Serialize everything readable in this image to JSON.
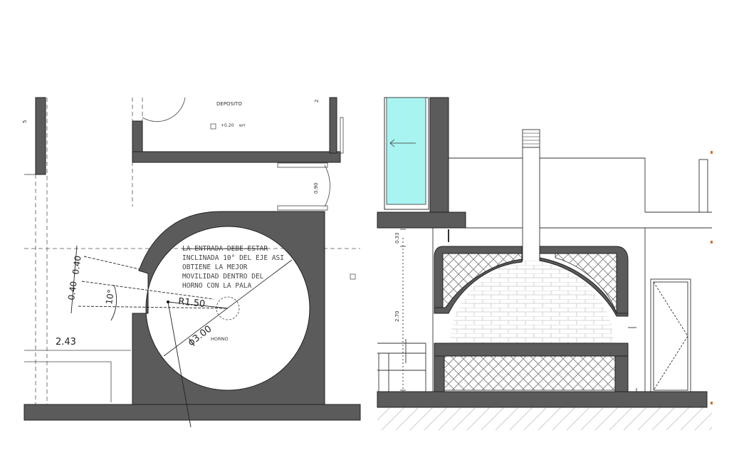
{
  "plan": {
    "room_label": "DEPOSITO",
    "level_mark": "+0.20",
    "level_suffix": "NPT",
    "note_lines": [
      "LA ENTRADA DEBE ESTAR",
      "INCLINADA 10° DEL EJE ASI",
      "OBTIENE LA MEJOR",
      "MOVILIDAD DENTRO DEL",
      "HORNO CON LA PALA"
    ],
    "oven_label": "HORNO",
    "radius_label": "R1.50",
    "diameter_label": "ϕ3.00",
    "angle_label": "10°",
    "dim_040_a": "0.40",
    "dim_040_b": "0.40",
    "dim_243": "2.43",
    "dim_090": "0.90",
    "dim_top": "2",
    "dim_left": "5"
  },
  "section": {
    "dim_033": "0.33",
    "dim_270": "2.70"
  },
  "colors": {
    "wall": "#5b5b5b",
    "glass": "#a8f4f0",
    "line": "#222222",
    "hatch": "#9a9a9a"
  }
}
